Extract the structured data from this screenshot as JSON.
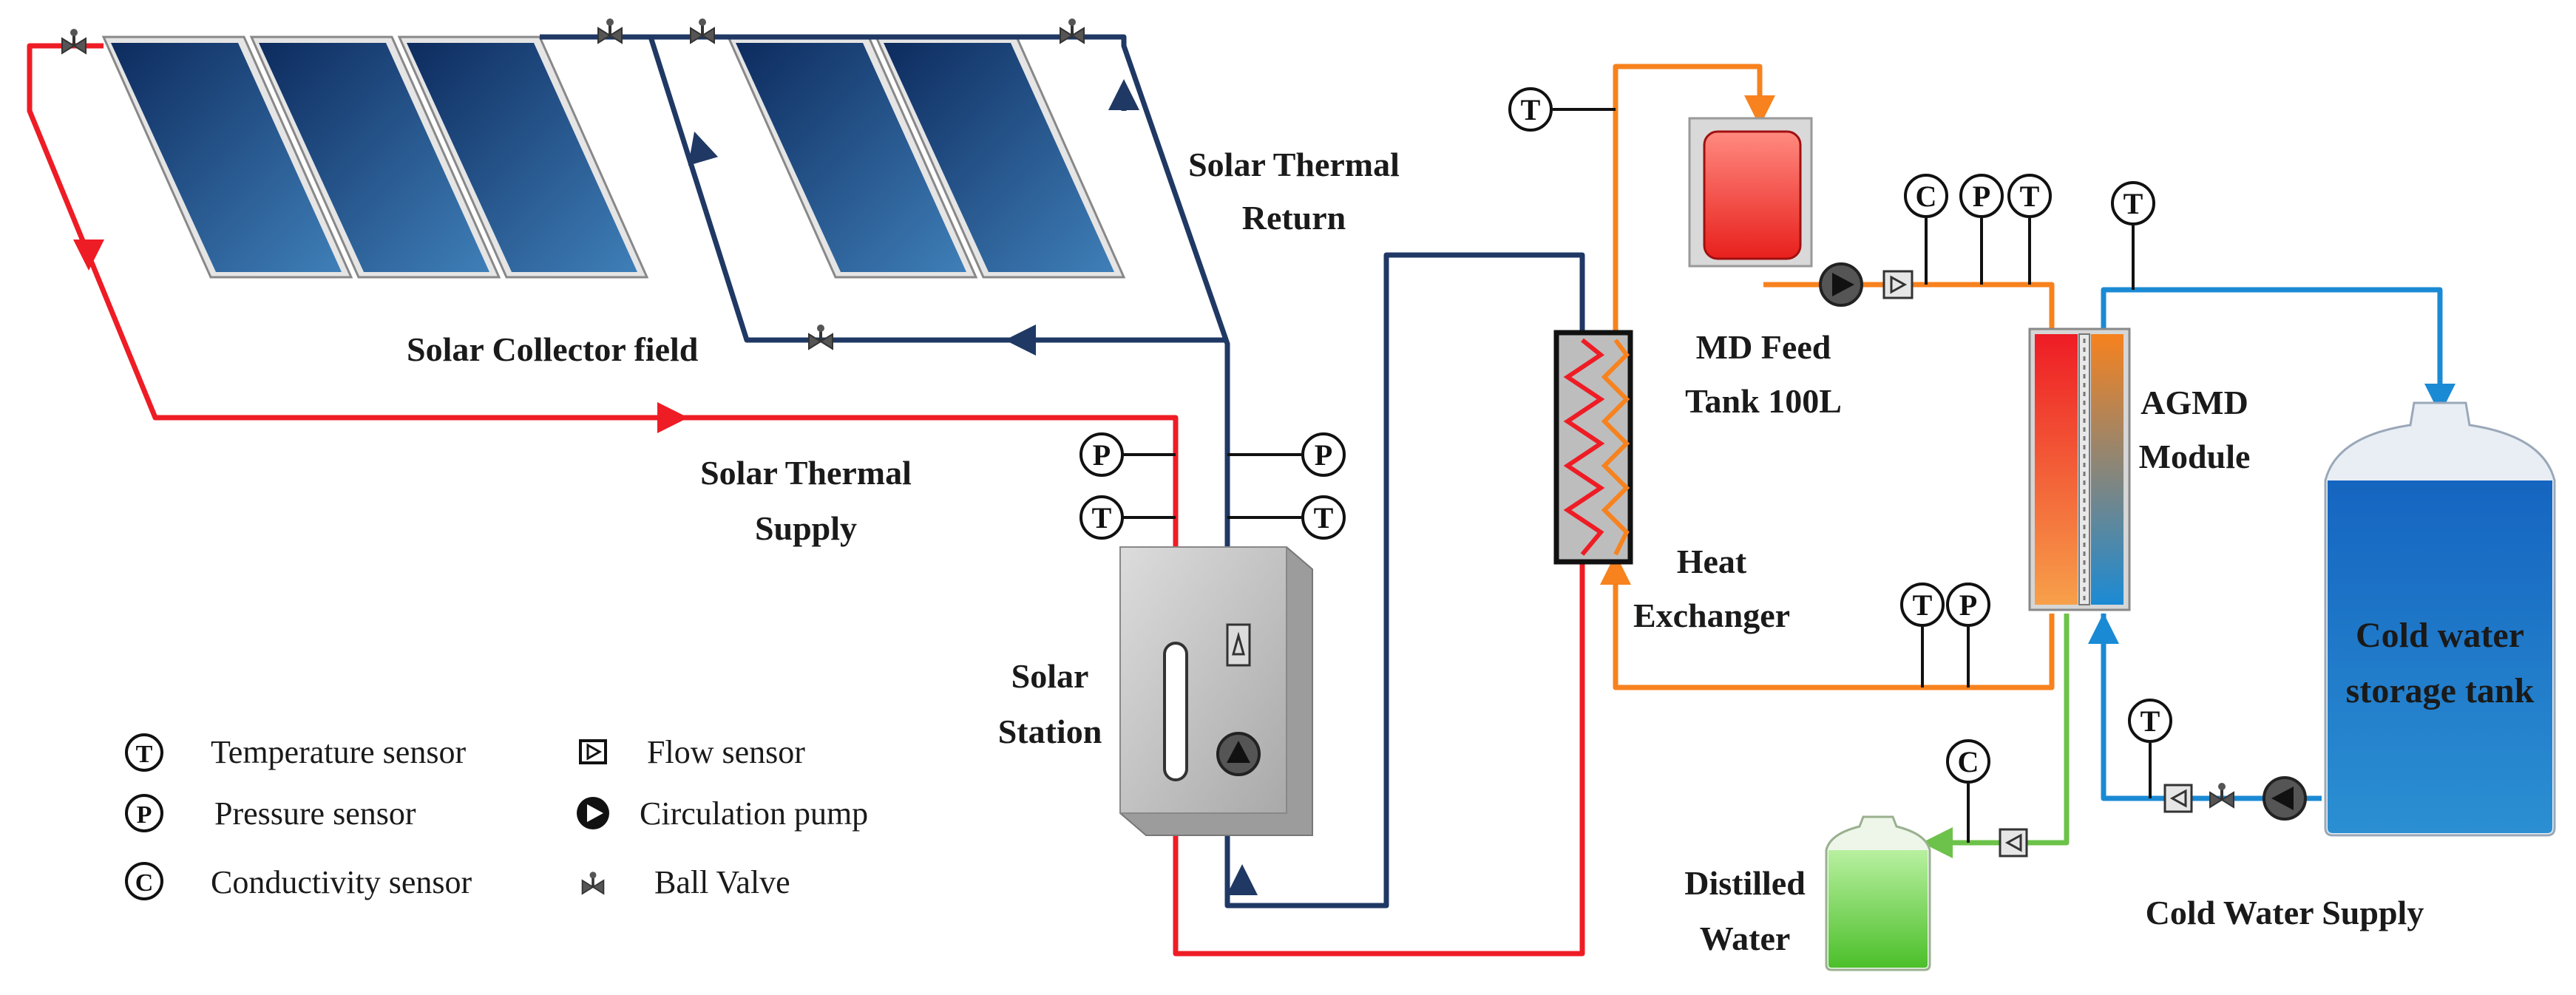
{
  "labels": {
    "collector_field": "Solar Collector field",
    "thermal_return_1": "Solar Thermal",
    "thermal_return_2": "Return",
    "thermal_supply_1": "Solar Thermal",
    "thermal_supply_2": "Supply",
    "solar_station_1": "Solar",
    "solar_station_2": "Station",
    "heat_exchanger_1": "Heat",
    "heat_exchanger_2": "Exchanger",
    "feed_tank_1": "MD Feed",
    "feed_tank_2": "Tank 100L",
    "agmd_1": "AGMD",
    "agmd_2": "Module",
    "storage_1": "Cold water",
    "storage_2": "storage tank",
    "distilled_1": "Distilled",
    "distilled_2": "Water",
    "cold_supply": "Cold Water Supply"
  },
  "sensor_letters": {
    "temperature": "T",
    "pressure": "P",
    "conductivity": "C"
  },
  "legend": {
    "temperature": "Temperature sensor",
    "pressure": "Pressure sensor",
    "conductivity": "Conductivity sensor",
    "flow": "Flow sensor",
    "pump": "Circulation pump",
    "valve": "Ball Valve"
  },
  "colors": {
    "hot_supply": "#ee1c25",
    "return_line": "#1f3864",
    "feed_line": "#f7821e",
    "coolant_line": "#1b8ad4",
    "distillate_line": "#6cc24a"
  }
}
